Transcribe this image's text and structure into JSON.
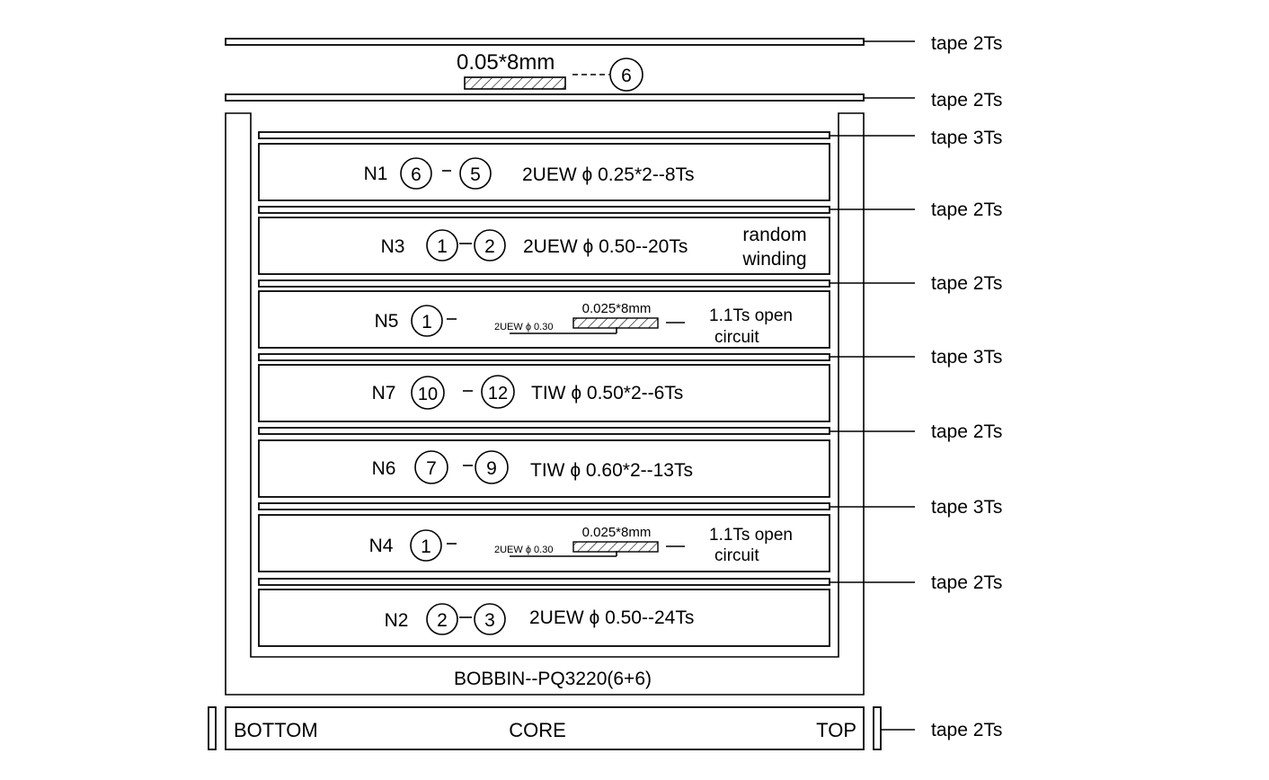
{
  "top_copper": {
    "label": "0.05*8mm",
    "pin": "6"
  },
  "tapes": [
    "tape 2Ts",
    "tape 2Ts",
    "tape 3Ts",
    "tape 2Ts",
    "tape 2Ts",
    "tape 3Ts",
    "tape 2Ts",
    "tape 3Ts",
    "tape 2Ts",
    "tape 2Ts"
  ],
  "windings": [
    {
      "name": "N1",
      "pin_start": "6",
      "pin_end": "5",
      "wire": "2UEW ϕ 0.25*2--8Ts"
    },
    {
      "name": "N3",
      "pin_start": "1",
      "pin_end": "2",
      "wire": "2UEW ϕ 0.50--20Ts",
      "note_line1": "random",
      "note_line2": "winding"
    },
    {
      "name": "N5",
      "pin_start": "1",
      "small_wire": "2UEW ϕ  0.30",
      "foil": "0.025*8mm",
      "note_line1": "1.1Ts open",
      "note_line2": "circuit"
    },
    {
      "name": "N7",
      "pin_start": "10",
      "pin_end": "12",
      "wire": "TIW ϕ 0.50*2--6Ts"
    },
    {
      "name": "N6",
      "pin_start": "7",
      "pin_end": "9",
      "wire": "TIW ϕ 0.60*2--13Ts"
    },
    {
      "name": "N4",
      "pin_start": "1",
      "small_wire": "2UEW ϕ  0.30",
      "foil": "0.025*8mm",
      "note_line1": "1.1Ts open",
      "note_line2": "circuit"
    },
    {
      "name": "N2",
      "pin_start": "2",
      "pin_end": "3",
      "wire": "2UEW ϕ 0.50--24Ts"
    }
  ],
  "bobbin": {
    "label": "BOBBIN--PQ3220(6+6)"
  },
  "core": {
    "left": "BOTTOM",
    "center": "CORE",
    "right": "TOP"
  }
}
